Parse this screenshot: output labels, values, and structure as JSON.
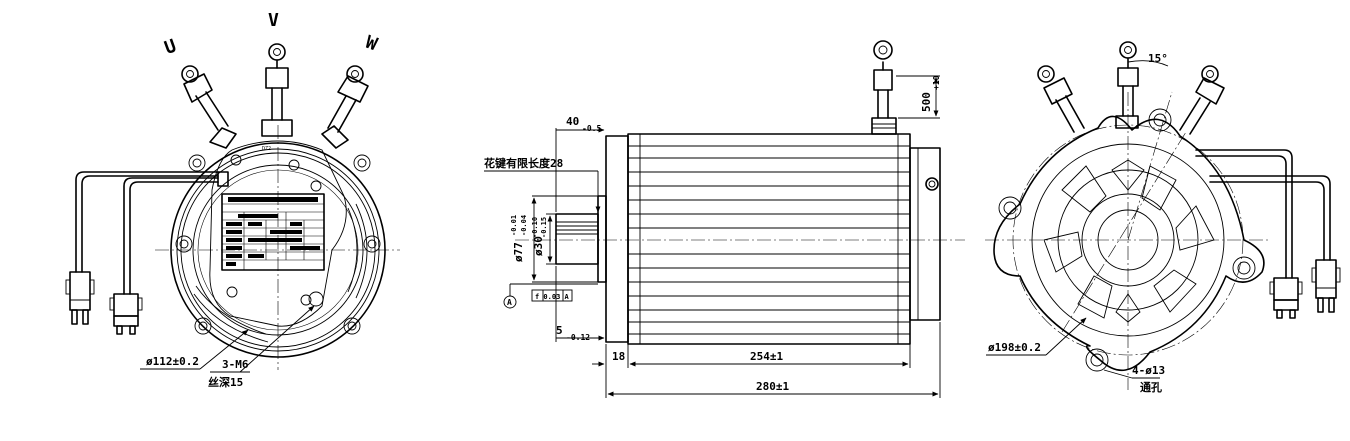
{
  "labels": {
    "phase_u": "U",
    "phase_v": "V",
    "phase_w": "W"
  },
  "dimensions": {
    "flange_dia_left": "ø112±0.2",
    "thread_holes": "3-M6",
    "thread_depth": "丝深15",
    "shaft_len_top": "40",
    "shaft_len_top_tol": "-0.5",
    "spline_len": "花键有限长度28",
    "spigot_dia": "ø77",
    "spigot_tol_up": "-0.01",
    "spigot_tol_dn": "-0.04",
    "shaft_dia": "ø30",
    "shaft_tol_up": "-0.10",
    "shaft_tol_dn": "-0.15",
    "key_width": "5",
    "key_tol": "-0.12",
    "flange_thk": "18",
    "body_len": "254±1",
    "total_len": "280±1",
    "lead_len": "500",
    "lead_tol": "+10",
    "lead_tol_base": "0",
    "angle": "15°",
    "pcd_right": "ø198±0.2",
    "mount_holes": "4-ø13",
    "mount_holes_note": "通孔",
    "datum": "A",
    "runout": "f 0.03 A",
    "nameplate_code": "DZ2"
  }
}
